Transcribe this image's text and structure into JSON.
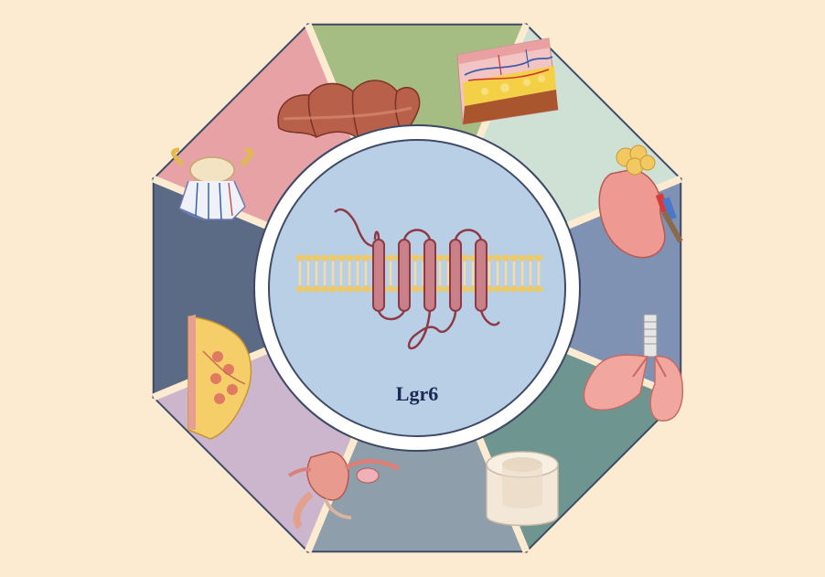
{
  "center_label": "Lgr6",
  "colors": {
    "background": "#FCEBD0",
    "ring_outline": "#3F4B66",
    "inner_disc": "#B9CFE6",
    "protein": "#8E3A46",
    "protein_fill": "#C98088",
    "membrane_head": "#EDC968",
    "membrane_tail": "#F2DCA0",
    "label_color": "#1B2A55"
  },
  "segments": [
    {
      "name": "colon",
      "icon": "colon-icon",
      "color": "#A5BD83"
    },
    {
      "name": "skin",
      "icon": "skin-icon",
      "color": "#CFE0D5"
    },
    {
      "name": "kidney",
      "icon": "kidney-icon",
      "color": "#7F92B4"
    },
    {
      "name": "lung",
      "icon": "lung-icon",
      "color": "#6E958F"
    },
    {
      "name": "bone",
      "icon": "bone-icon",
      "color": "#8E9EAB"
    },
    {
      "name": "uterus",
      "icon": "uterus-icon",
      "color": "#CBB6CE"
    },
    {
      "name": "breast",
      "icon": "breast-icon",
      "color": "#5B6B86"
    },
    {
      "name": "spinal-cord",
      "icon": "spinal-cord-icon",
      "color": "#E6A2A4"
    }
  ]
}
